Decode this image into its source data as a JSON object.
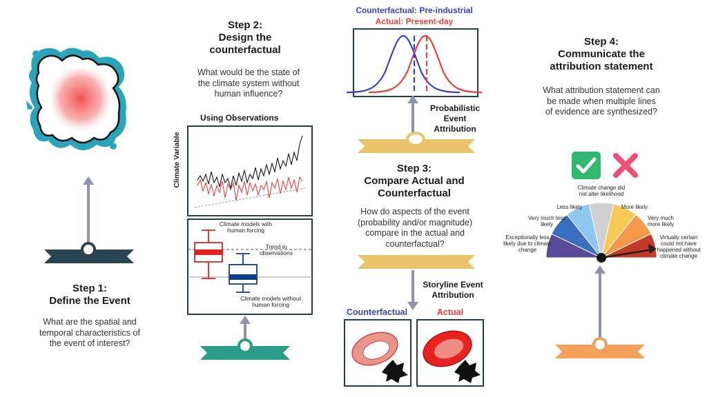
{
  "step1": {
    "title_line1": "Step 1:",
    "title_line2": "Define the Event",
    "question": "What are the spatial and temporal characteristics of the event of interest?"
  },
  "step2": {
    "title_line1": "Step 2:",
    "title_line2": "Design the",
    "title_line3": "counterfactual",
    "question": "What would be the state of the climate system without human influence?",
    "obs_title": "Using Observations",
    "obs_ylabel": "Climate Variable",
    "box_with_forcing_line1": "Climate models with",
    "box_with_forcing_line2": "human  forcing",
    "trend_line1": "Trend in",
    "trend_line2": "observations",
    "box_without_forcing_line1": "Climate models without",
    "box_without_forcing_line2": "human  forcing"
  },
  "step3": {
    "legend_counterfactual": "Counterfactual: Pre-industrial",
    "legend_actual": "Actual: Present-day",
    "probabilistic_line1": "Probabilistic",
    "probabilistic_line2": "Event",
    "probabilistic_line3": "Attribution",
    "title_line1": "Step 3:",
    "title_line2": "Compare Actual and",
    "title_line3": "Counterfactual",
    "question": "How do aspects of the event (probability and/or magnitude) compare in the actual and counterfactual?",
    "storyline_line1": "Storyline Event",
    "storyline_line2": "Attribution",
    "panel_counterfactual": "Counterfactual",
    "panel_actual": "Actual"
  },
  "step4": {
    "title_line1": "Step 4:",
    "title_line2": "Communicate the",
    "title_line3": "attribution statement",
    "question": "What attribution statement can be made when multiple lines of evidence are synthesized?",
    "scale_labels": {
      "exceptionally": "Exceptionally less likely due to climate change",
      "very_much_less": "Very much less likely",
      "less": "Less likely",
      "no_change": "Climate change did not alter likelihood",
      "more": "More likely",
      "very_much_more": "Very much more likely",
      "virtually_certain": "Virtually certain could not have happened without climate change"
    }
  },
  "icons": {
    "check": "check-icon",
    "cross": "cross-icon"
  },
  "colors": {
    "counterfactual_blue": "#3a3fc4",
    "actual_red": "#e8403b",
    "arrow_gray": "#8f94ad",
    "step1_banner": "#2b4452",
    "step2_banner": "#2a9d8a",
    "step3_banner": "#e9c46a",
    "step4_banner": "#f2a05a",
    "region_outline": "#2aa4b8"
  }
}
